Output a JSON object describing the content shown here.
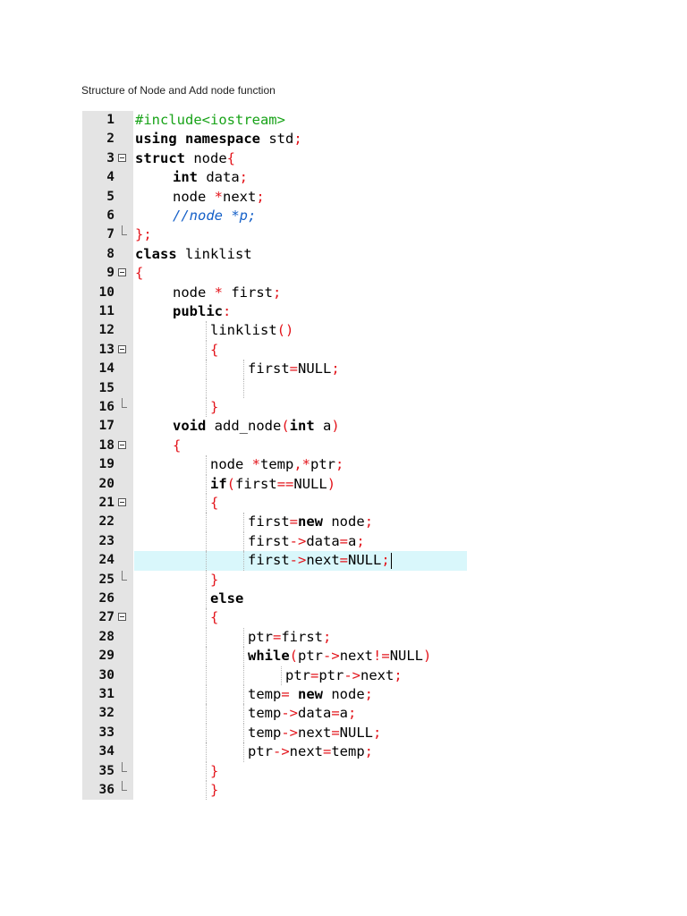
{
  "document": {
    "title": "Structure of Node and Add node function"
  },
  "colors": {
    "keyword": "#000000",
    "operator": "#e3141b",
    "preprocessor": "#18a318",
    "comment": "#1560c8",
    "gutter": "#e4e4e4",
    "highlight": "#d9f7fb"
  },
  "code": {
    "highlighted_line": 24,
    "lines": [
      {
        "n": "1",
        "fold": "",
        "indent": 0,
        "tokens": [
          [
            "pp",
            "#include<iostream>"
          ]
        ]
      },
      {
        "n": "2",
        "fold": "",
        "indent": 0,
        "tokens": [
          [
            "kw",
            "using namespace"
          ],
          [
            "id",
            " std"
          ],
          [
            "op",
            ";"
          ]
        ]
      },
      {
        "n": "3",
        "fold": "open",
        "indent": 0,
        "tokens": [
          [
            "kw",
            "struct"
          ],
          [
            "id",
            " node"
          ],
          [
            "op",
            "{"
          ]
        ]
      },
      {
        "n": "4",
        "fold": "",
        "indent": 1,
        "tokens": [
          [
            "kw",
            "int"
          ],
          [
            "id",
            " data"
          ],
          [
            "op",
            ";"
          ]
        ]
      },
      {
        "n": "5",
        "fold": "",
        "indent": 1,
        "tokens": [
          [
            "id",
            "node "
          ],
          [
            "op",
            "*"
          ],
          [
            "id",
            "next"
          ],
          [
            "op",
            ";"
          ]
        ]
      },
      {
        "n": "6",
        "fold": "",
        "indent": 1,
        "tokens": [
          [
            "cm",
            "//node *p;"
          ]
        ]
      },
      {
        "n": "7",
        "fold": "end",
        "indent": 0,
        "tokens": [
          [
            "op",
            "};"
          ]
        ]
      },
      {
        "n": "8",
        "fold": "",
        "indent": 0,
        "tokens": [
          [
            "kw",
            "class"
          ],
          [
            "id",
            " linklist"
          ]
        ]
      },
      {
        "n": "9",
        "fold": "open",
        "indent": 0,
        "tokens": [
          [
            "op",
            "{"
          ]
        ]
      },
      {
        "n": "10",
        "fold": "",
        "indent": 1,
        "tokens": [
          [
            "id",
            "node "
          ],
          [
            "op",
            "*"
          ],
          [
            "id",
            " first"
          ],
          [
            "op",
            ";"
          ]
        ]
      },
      {
        "n": "11",
        "fold": "",
        "indent": 1,
        "tokens": [
          [
            "kw",
            "public"
          ],
          [
            "op",
            ":"
          ]
        ]
      },
      {
        "n": "12",
        "fold": "",
        "indent": 2,
        "tokens": [
          [
            "id",
            "linklist"
          ],
          [
            "op",
            "()"
          ]
        ]
      },
      {
        "n": "13",
        "fold": "open",
        "indent": 2,
        "tokens": [
          [
            "op",
            "{"
          ]
        ]
      },
      {
        "n": "14",
        "fold": "",
        "indent": 3,
        "tokens": [
          [
            "id",
            "first"
          ],
          [
            "op",
            "="
          ],
          [
            "id",
            "NULL"
          ],
          [
            "op",
            ";"
          ]
        ]
      },
      {
        "n": "15",
        "fold": "",
        "indent": 3,
        "tokens": []
      },
      {
        "n": "16",
        "fold": "end",
        "indent": 2,
        "tokens": [
          [
            "op",
            "}"
          ]
        ]
      },
      {
        "n": "17",
        "fold": "",
        "indent": 1,
        "tokens": [
          [
            "kw",
            "void"
          ],
          [
            "id",
            " add_node"
          ],
          [
            "op",
            "("
          ],
          [
            "kw",
            "int"
          ],
          [
            "id",
            " a"
          ],
          [
            "op",
            ")"
          ]
        ]
      },
      {
        "n": "18",
        "fold": "open",
        "indent": 1,
        "tokens": [
          [
            "op",
            "{"
          ]
        ]
      },
      {
        "n": "19",
        "fold": "",
        "indent": 2,
        "tokens": [
          [
            "id",
            "node "
          ],
          [
            "op",
            "*"
          ],
          [
            "id",
            "temp"
          ],
          [
            "op",
            ",*"
          ],
          [
            "id",
            "ptr"
          ],
          [
            "op",
            ";"
          ]
        ]
      },
      {
        "n": "20",
        "fold": "",
        "indent": 2,
        "tokens": [
          [
            "kw",
            "if"
          ],
          [
            "op",
            "("
          ],
          [
            "id",
            "first"
          ],
          [
            "op",
            "=="
          ],
          [
            "id",
            "NULL"
          ],
          [
            "op",
            ")"
          ]
        ]
      },
      {
        "n": "21",
        "fold": "open",
        "indent": 2,
        "tokens": [
          [
            "op",
            "{"
          ]
        ]
      },
      {
        "n": "22",
        "fold": "",
        "indent": 3,
        "tokens": [
          [
            "id",
            "first"
          ],
          [
            "op",
            "="
          ],
          [
            "kw",
            "new"
          ],
          [
            "id",
            " node"
          ],
          [
            "op",
            ";"
          ]
        ]
      },
      {
        "n": "23",
        "fold": "",
        "indent": 3,
        "tokens": [
          [
            "id",
            "first"
          ],
          [
            "op",
            "->"
          ],
          [
            "id",
            "data"
          ],
          [
            "op",
            "="
          ],
          [
            "id",
            "a"
          ],
          [
            "op",
            ";"
          ]
        ]
      },
      {
        "n": "24",
        "fold": "",
        "indent": 3,
        "tokens": [
          [
            "id",
            "first"
          ],
          [
            "op",
            "->"
          ],
          [
            "id",
            "next"
          ],
          [
            "op",
            "="
          ],
          [
            "id",
            "NULL"
          ],
          [
            "op",
            ";"
          ]
        ]
      },
      {
        "n": "25",
        "fold": "end",
        "indent": 2,
        "tokens": [
          [
            "op",
            "}"
          ]
        ]
      },
      {
        "n": "26",
        "fold": "",
        "indent": 2,
        "tokens": [
          [
            "kw",
            "else"
          ]
        ]
      },
      {
        "n": "27",
        "fold": "open",
        "indent": 2,
        "tokens": [
          [
            "op",
            "{"
          ]
        ]
      },
      {
        "n": "28",
        "fold": "",
        "indent": 3,
        "tokens": [
          [
            "id",
            "ptr"
          ],
          [
            "op",
            "="
          ],
          [
            "id",
            "first"
          ],
          [
            "op",
            ";"
          ]
        ]
      },
      {
        "n": "29",
        "fold": "",
        "indent": 3,
        "tokens": [
          [
            "kw",
            "while"
          ],
          [
            "op",
            "("
          ],
          [
            "id",
            "ptr"
          ],
          [
            "op",
            "->"
          ],
          [
            "id",
            "next"
          ],
          [
            "op",
            "!="
          ],
          [
            "id",
            "NULL"
          ],
          [
            "op",
            ")"
          ]
        ]
      },
      {
        "n": "30",
        "fold": "",
        "indent": 4,
        "tokens": [
          [
            "id",
            "ptr"
          ],
          [
            "op",
            "="
          ],
          [
            "id",
            "ptr"
          ],
          [
            "op",
            "->"
          ],
          [
            "id",
            "next"
          ],
          [
            "op",
            ";"
          ]
        ]
      },
      {
        "n": "31",
        "fold": "",
        "indent": 3,
        "tokens": [
          [
            "id",
            "temp"
          ],
          [
            "op",
            "="
          ],
          [
            "kw",
            " new"
          ],
          [
            "id",
            " node"
          ],
          [
            "op",
            ";"
          ]
        ]
      },
      {
        "n": "32",
        "fold": "",
        "indent": 3,
        "tokens": [
          [
            "id",
            "temp"
          ],
          [
            "op",
            "->"
          ],
          [
            "id",
            "data"
          ],
          [
            "op",
            "="
          ],
          [
            "id",
            "a"
          ],
          [
            "op",
            ";"
          ]
        ]
      },
      {
        "n": "33",
        "fold": "",
        "indent": 3,
        "tokens": [
          [
            "id",
            "temp"
          ],
          [
            "op",
            "->"
          ],
          [
            "id",
            "next"
          ],
          [
            "op",
            "="
          ],
          [
            "id",
            "NULL"
          ],
          [
            "op",
            ";"
          ]
        ]
      },
      {
        "n": "34",
        "fold": "",
        "indent": 3,
        "tokens": [
          [
            "id",
            "ptr"
          ],
          [
            "op",
            "->"
          ],
          [
            "id",
            "next"
          ],
          [
            "op",
            "="
          ],
          [
            "id",
            "temp"
          ],
          [
            "op",
            ";"
          ]
        ]
      },
      {
        "n": "35",
        "fold": "end",
        "indent": 2,
        "tokens": [
          [
            "op",
            "}"
          ]
        ]
      },
      {
        "n": "36",
        "fold": "end",
        "indent": 2,
        "tokens": [
          [
            "op",
            "}"
          ]
        ]
      }
    ]
  }
}
